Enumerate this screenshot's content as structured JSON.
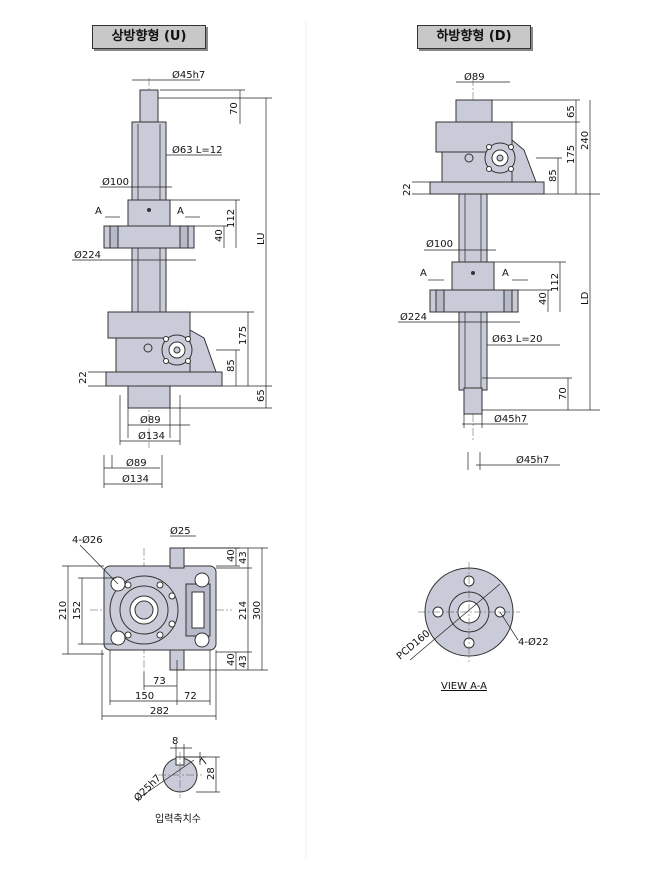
{
  "titles": {
    "upward": "상방향형 (U)",
    "downward": "하방향형 (D)"
  },
  "upward_view": {
    "shaft_dia": "Ø45h7",
    "shaft_len": "70",
    "screw": "Ø63 L=12",
    "nut_dia": "Ø100",
    "section_left": "A",
    "section_right": "A",
    "flange_dia": "Ø224",
    "nut_h1": "112",
    "nut_h2": "40",
    "total": "LU",
    "gear_h": "175",
    "gear_h2": "85",
    "base_h": "22",
    "bottom_h": "65",
    "bottom_d1": "Ø89",
    "bottom_d2": "Ø134",
    "extra_d1": "Ø89",
    "extra_d2": "Ø134"
  },
  "downward_view": {
    "top_dia": "Ø89",
    "top_h": "65",
    "gear_h": "175",
    "total_top": "240",
    "gear_h2": "85",
    "base_h": "22",
    "nut_dia": "Ø100",
    "section_left": "A",
    "section_right": "A",
    "nut_h1": "112",
    "nut_h2": "40",
    "total": "LD",
    "flange_dia": "Ø224",
    "screw": "Ø63 L=20",
    "shaft_len": "70",
    "shaft_dia": "Ø45h7",
    "shaft_dia2": "Ø45h7"
  },
  "plan_view": {
    "holes": "4-Ø26",
    "input_dia": "Ø25",
    "d40a": "40",
    "d43a": "43",
    "d210": "210",
    "d152": "152",
    "d214": "214",
    "d300": "300",
    "d40b": "40",
    "d43b": "43",
    "d73": "73",
    "d150": "150",
    "d72": "72",
    "d282": "282"
  },
  "view_aa": {
    "pcd": "PCD160",
    "holes": "4-Ø22",
    "caption": "VIEW A-A"
  },
  "input_shaft": {
    "key_w": "8",
    "key_h": "7",
    "height": "28",
    "dia": "Ø25h7",
    "caption": "입력축치수"
  }
}
